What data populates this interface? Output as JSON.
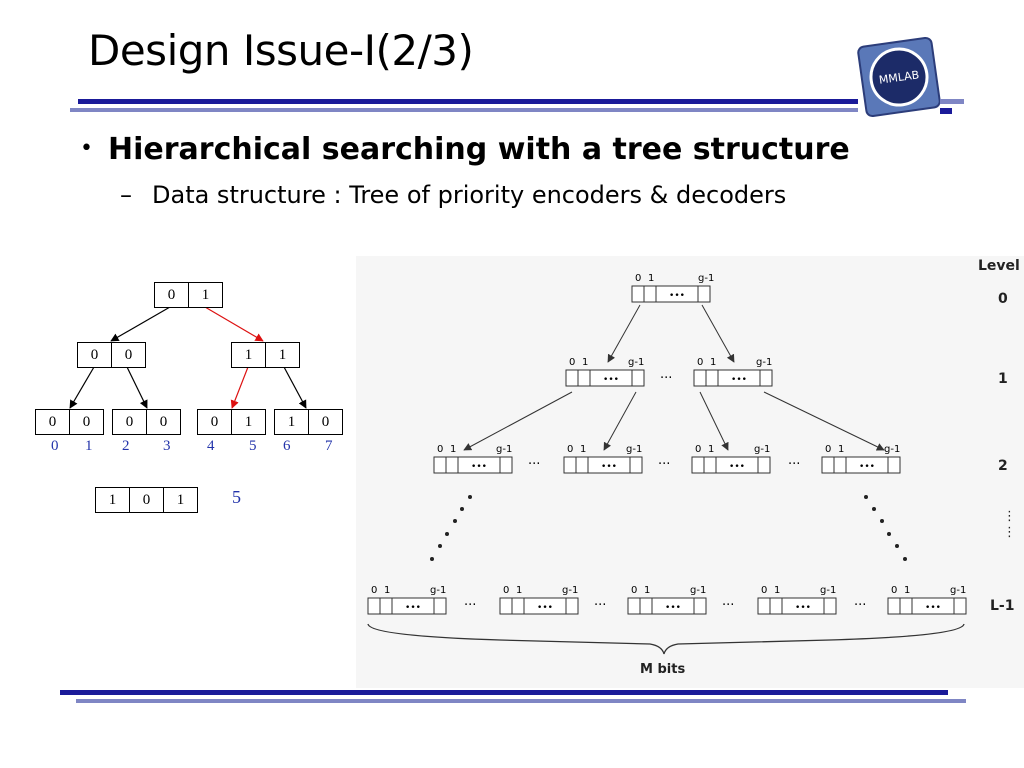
{
  "slide": {
    "title": "Design Issue-I(2/3)",
    "logo_text": "MMLAB",
    "bullet": "Hierarchical searching with a tree structure",
    "sub_bullet": "Data structure : Tree of priority encoders & decoders",
    "colors": {
      "accent_navy": "#1a1a99",
      "accent_light": "#7f86c4",
      "red_path": "#dd1111",
      "index_blue": "#2233aa"
    }
  },
  "small_tree": {
    "root": [
      "0",
      "1"
    ],
    "level1": [
      [
        "0",
        "0"
      ],
      [
        "1",
        "1"
      ]
    ],
    "leaves": [
      [
        "0",
        "0"
      ],
      [
        "0",
        "0"
      ],
      [
        "0",
        "1"
      ],
      [
        "1",
        "0"
      ]
    ],
    "leaf_indices": [
      "0",
      "1",
      "2",
      "3",
      "4",
      "5",
      "6",
      "7"
    ],
    "result_bits": [
      "1",
      "0",
      "1"
    ],
    "result_value": "5"
  },
  "scanned_figure": {
    "level_header": "Level",
    "levels": [
      "0",
      "1",
      "2",
      "L-1"
    ],
    "vdots": "⋮",
    "node_label_0": "0",
    "node_label_1": "1",
    "node_label_g": "g-1",
    "ellipsis": "•••",
    "between": "···",
    "bottom_label": "M bits"
  }
}
